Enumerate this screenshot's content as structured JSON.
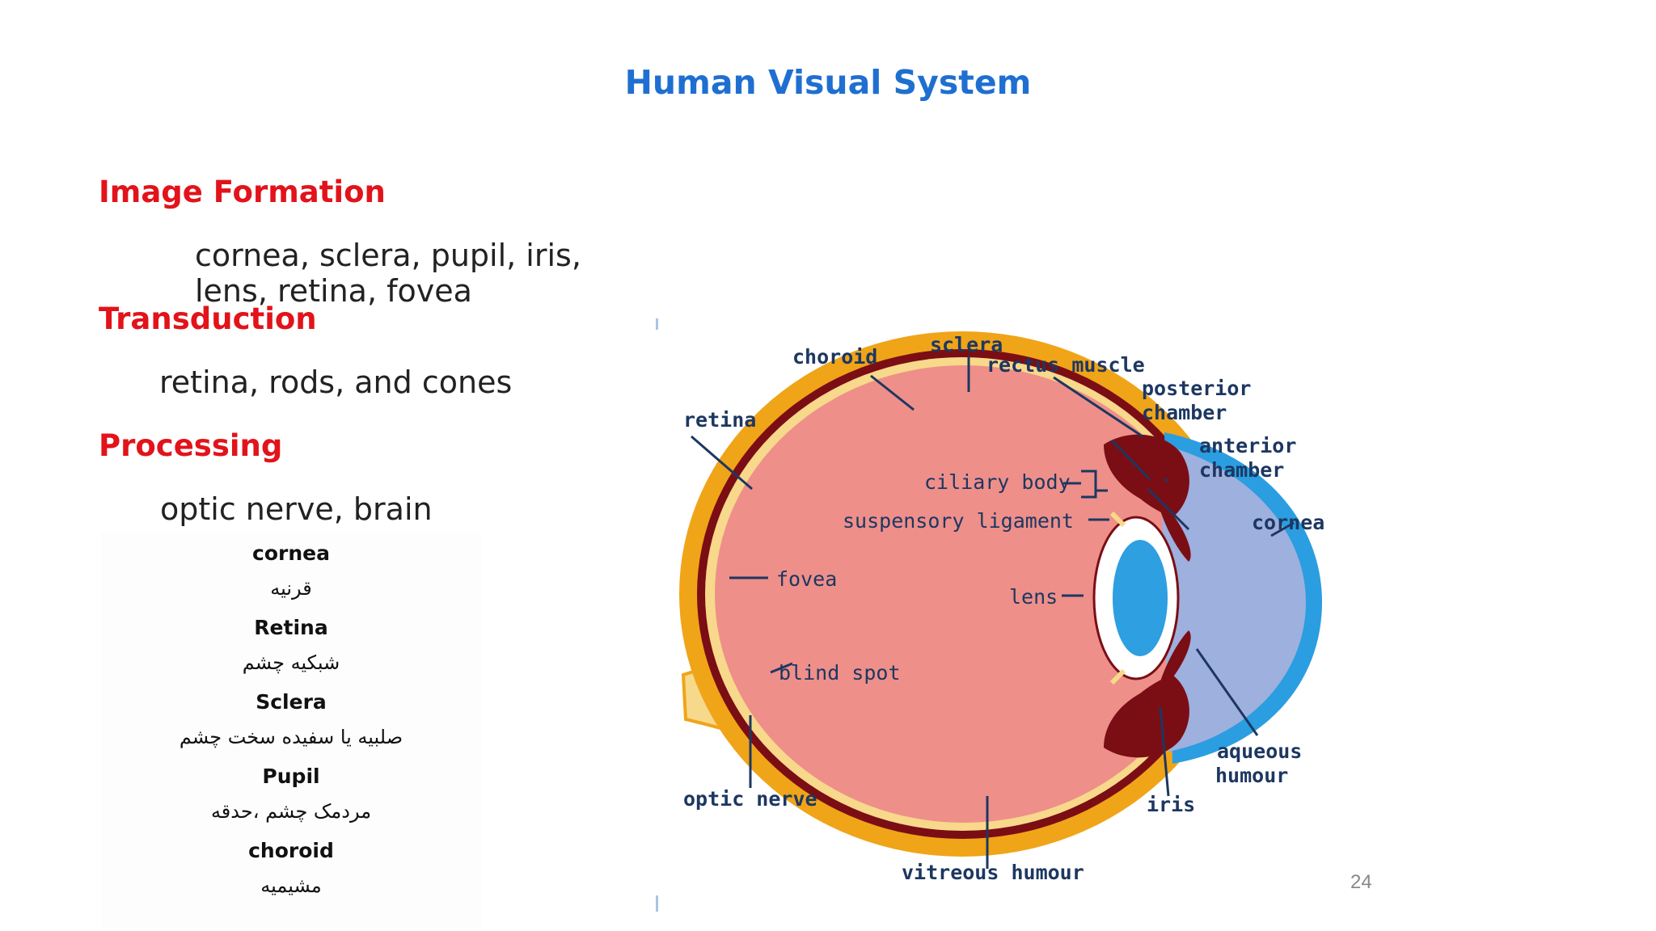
{
  "title": "Human Visual System",
  "sections": [
    {
      "heading": "Image Formation",
      "text": "cornea, sclera, pupil, iris, lens, retina, fovea"
    },
    {
      "heading": "Transduction",
      "text": "retina, rods, and cones"
    },
    {
      "heading": "Processing",
      "text": "optic nerve, brain"
    }
  ],
  "glossary": [
    {
      "en": "cornea",
      "fa": "قرنیه"
    },
    {
      "en": "Retina",
      "fa": "شبکیه چشم"
    },
    {
      "en": "Sclera",
      "fa": "صلبیه یا سفیده سخت چشم"
    },
    {
      "en": "Pupil",
      "fa": "مردمک چشم ،حدقه"
    },
    {
      "en": "choroid",
      "fa": "مشیمیه"
    }
  ],
  "diagram": {
    "labels": {
      "sclera": "sclera",
      "choroid": "choroid",
      "rectus_muscle": "rectus muscle",
      "posterior_chamber": [
        "posterior",
        "chamber"
      ],
      "retina": "retina",
      "anterior_chamber": [
        "anterior",
        "chamber"
      ],
      "ciliary_body": "ciliary body",
      "suspensory_ligament": "suspensory ligament",
      "cornea": "cornea",
      "fovea": "fovea",
      "lens": "lens",
      "blind_spot": "blind spot",
      "aqueous_humour": [
        "aqueous",
        "humour"
      ],
      "optic_nerve": "optic nerve",
      "iris": "iris",
      "vitreous_humour": "vitreous humour"
    },
    "colors": {
      "sclera": "#f0a418",
      "choroid": "#7a0e14",
      "retina_layer": "#f8d88a",
      "vitreous": "#ee8f8a",
      "cornea": "#2a9ee0",
      "aqueous": "#9db0de",
      "lens": "#2e9fe0",
      "optic_nerve": "#f7d98c",
      "label": "#1d3761"
    }
  },
  "slide_number": "24"
}
